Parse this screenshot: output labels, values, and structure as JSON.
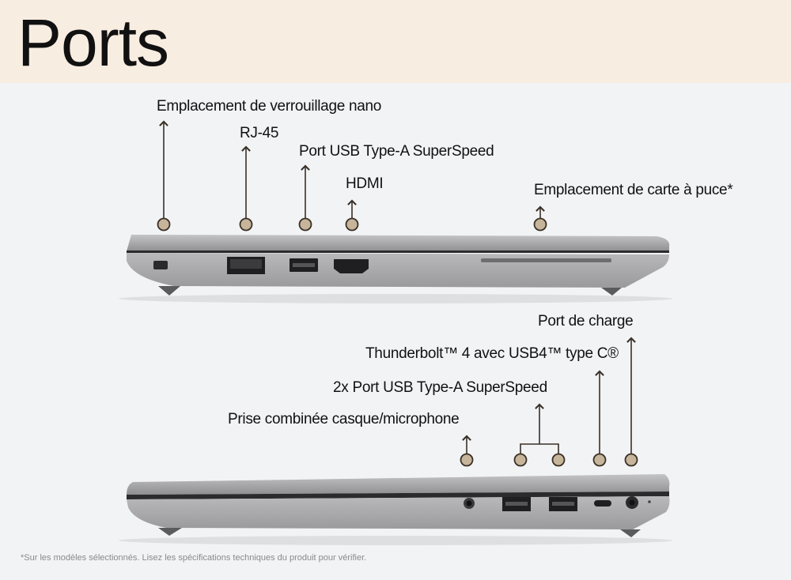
{
  "title": "Ports",
  "footnote": "*Sur les modèles sélectionnés. Lisez les spécifications techniques du produit pour vérifier.",
  "labels": {
    "nano_lock": "Emplacement de verrouillage nano",
    "rj45": "RJ-45",
    "usb_a_left": "Port USB Type-A SuperSpeed",
    "hdmi": "HDMI",
    "smart_card": "Emplacement de carte à puce*",
    "charging": "Port de charge",
    "thunderbolt": "Thunderbolt™ 4 avec USB4™ type C®",
    "usb_a_right": "2x Port USB Type-A SuperSpeed",
    "audio_jack": "Prise combinée casque/microphone"
  },
  "colors": {
    "header_bg": "#f8ede1",
    "page_bg": "#f2f3f5",
    "marker_fill": "#c6b59a",
    "marker_stroke": "#3a3027",
    "laptop_body": "#a9a9ab"
  }
}
